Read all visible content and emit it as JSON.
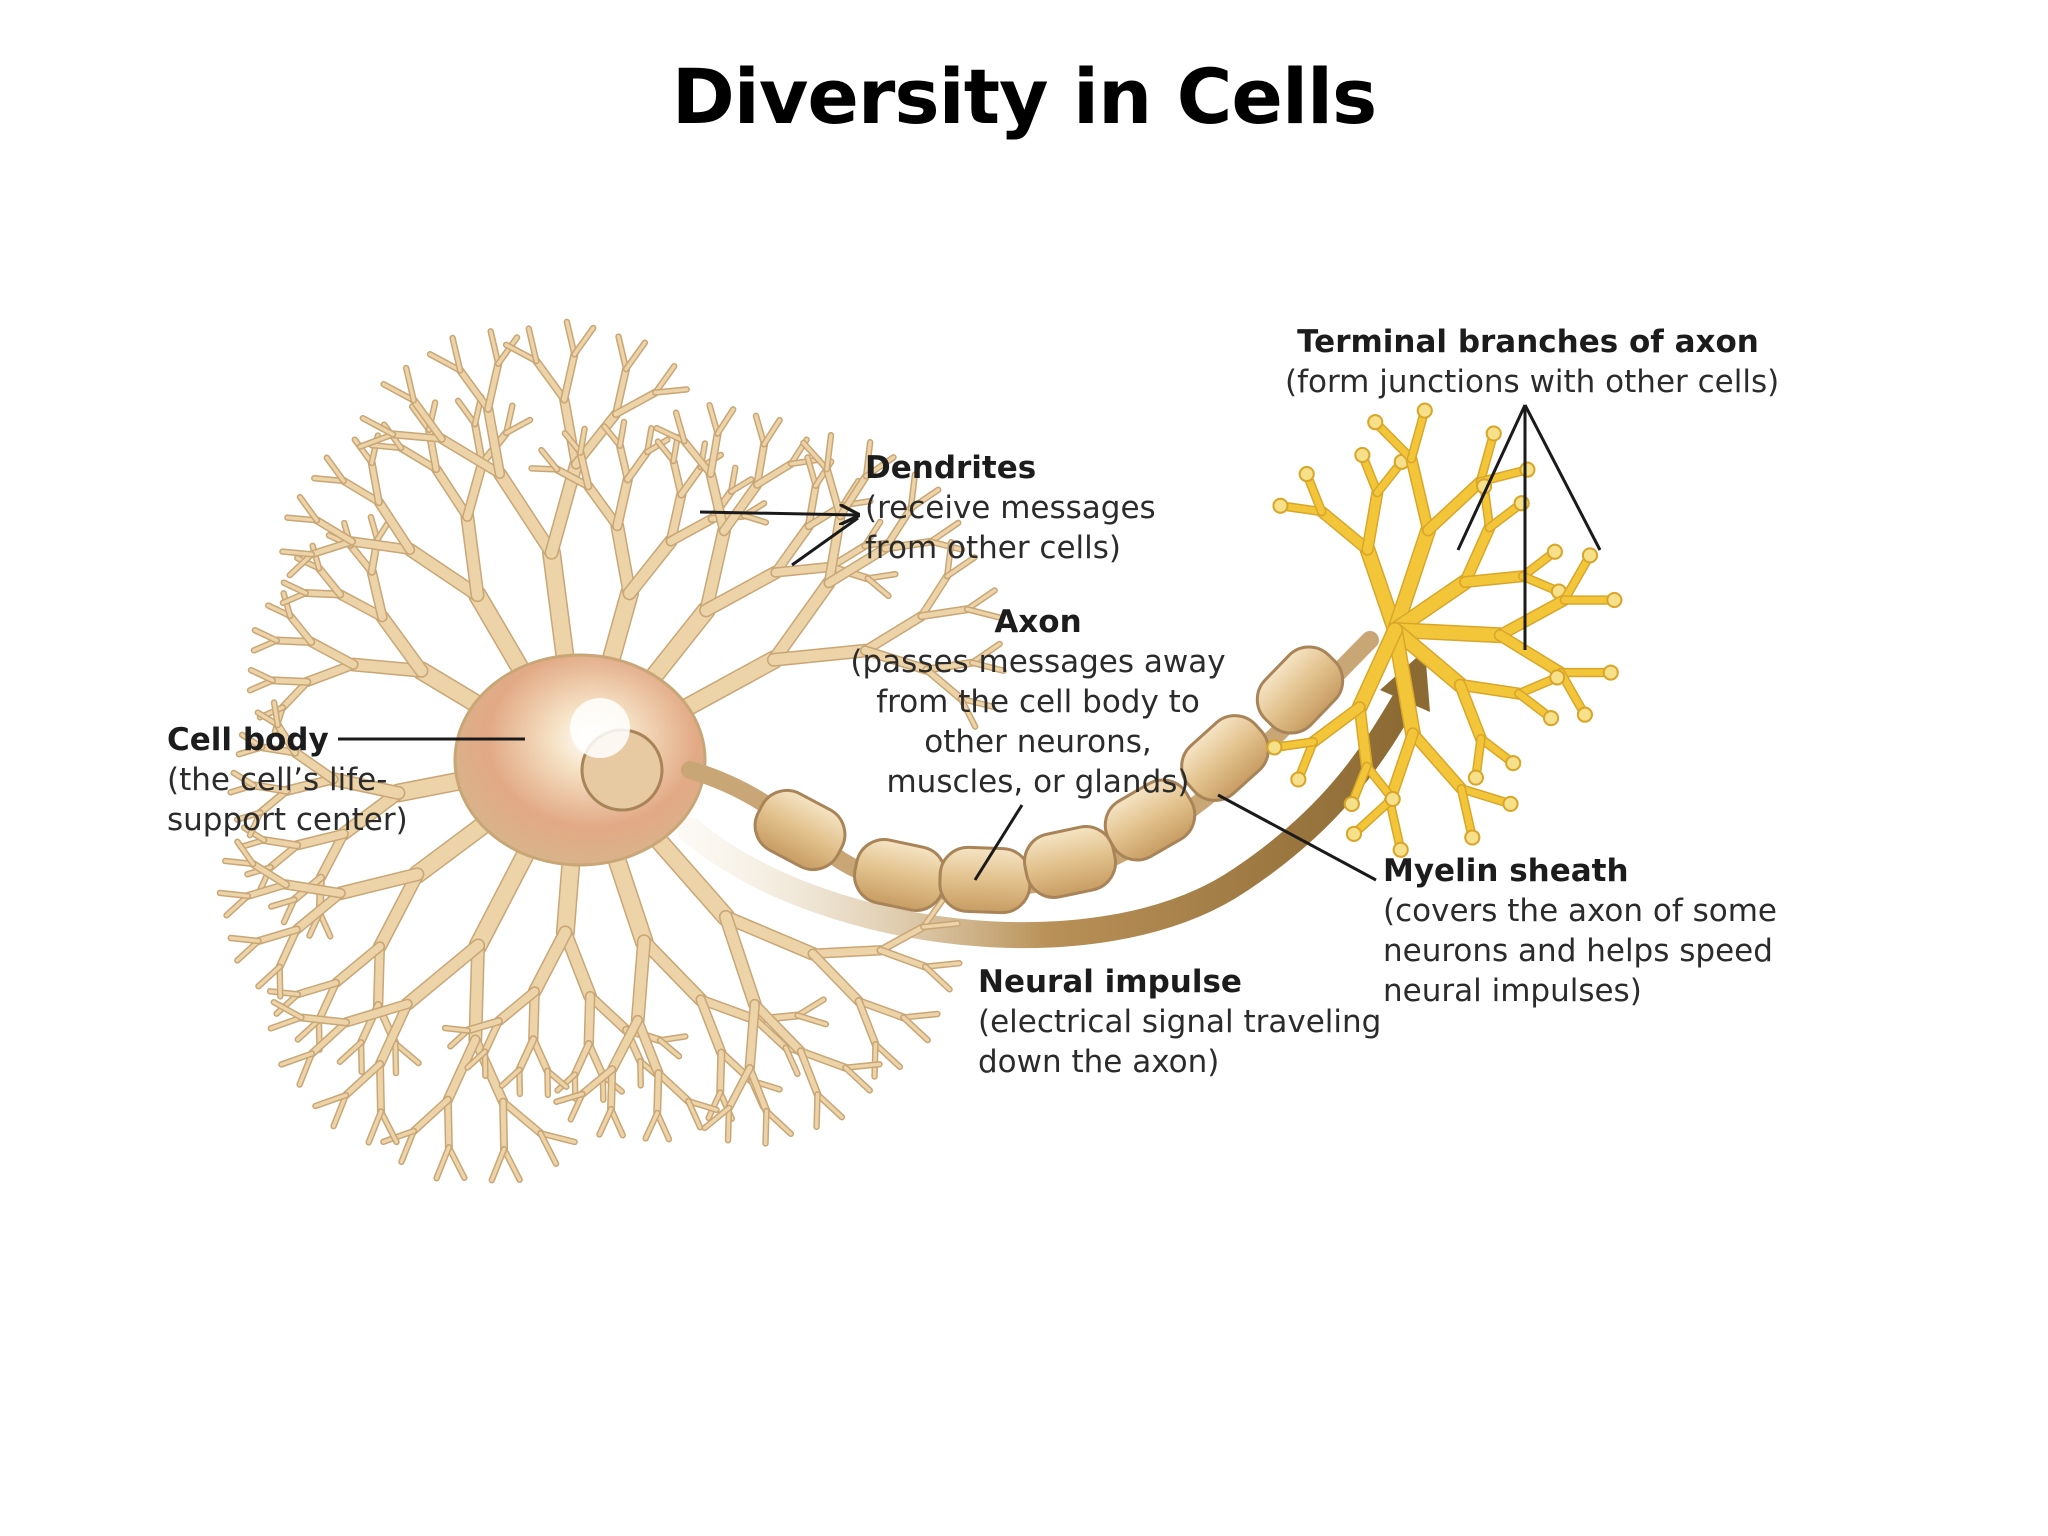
{
  "title": "Diversity in Cells",
  "labels": {
    "terminal": {
      "name": "Terminal branches of axon",
      "desc": "(form junctions with other cells)"
    },
    "dendrites": {
      "name": "Dendrites",
      "desc": "(receive messages\nfrom other cells)"
    },
    "axon": {
      "name": "Axon",
      "desc": "(passes messages away\nfrom the cell body to\nother neurons,\nmuscles, or glands)"
    },
    "cell_body": {
      "name": "Cell body",
      "desc": "(the cell’s life-\nsupport center)"
    },
    "myelin": {
      "name": "Myelin sheath",
      "desc": "(covers the axon of some\nneurons and helps speed\nneural impulses)"
    },
    "impulse": {
      "name": "Neural impulse",
      "desc": "(electrical signal traveling\ndown the axon)"
    }
  },
  "colors": {
    "neuron_fill": "#ecd3a8",
    "neuron_stroke": "#c9a676",
    "soma_tint": "#d9967a",
    "myelin_fill": "#e2c18c",
    "terminal_fill": "#f3c63a",
    "impulse_arrow": "#a88345",
    "pointer_line": "#1a1a1a"
  }
}
